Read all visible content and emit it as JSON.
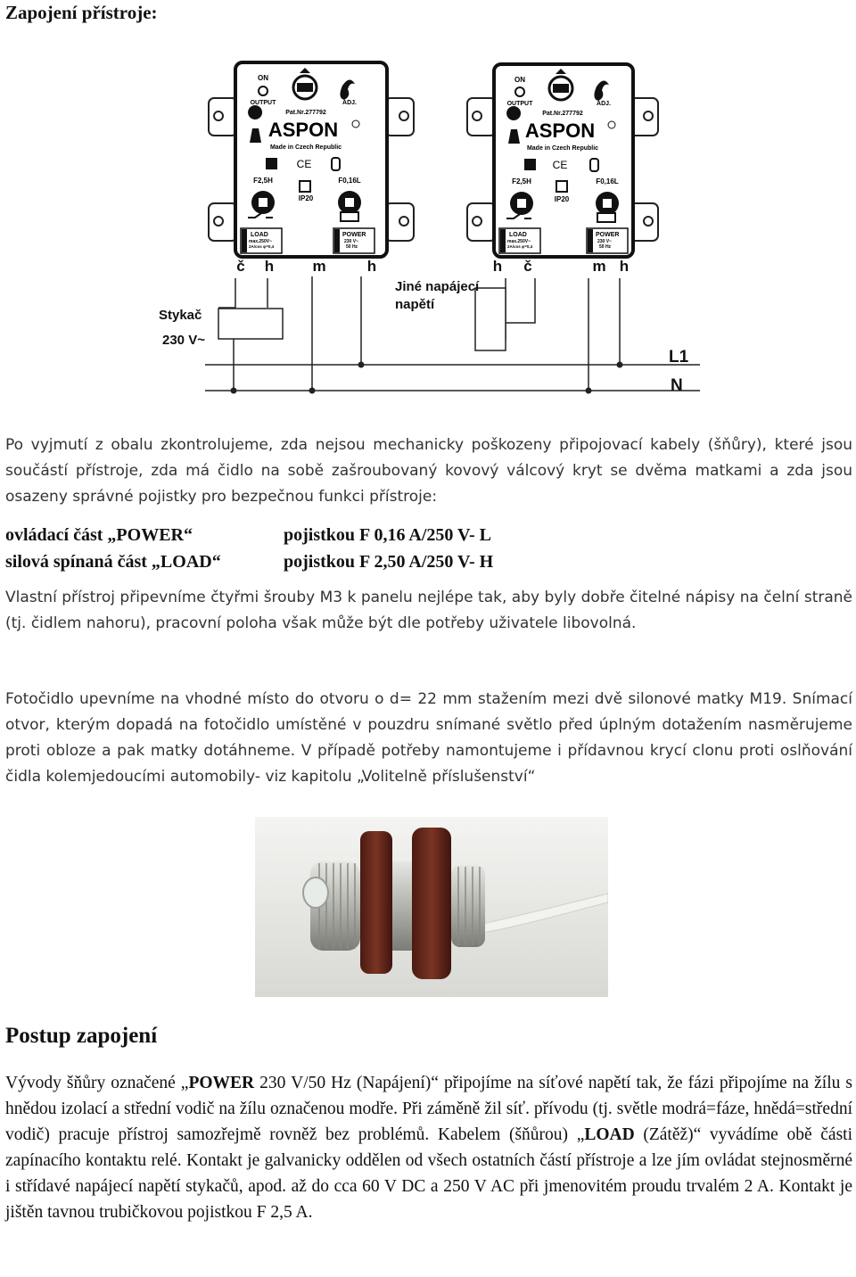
{
  "heading": "Zapojení přístroje:",
  "diagram": {
    "devices": [
      {
        "on_label": "ON",
        "output_label": "OUTPUT",
        "adj_label": "ADJ.",
        "patent": "Pat.Nr.277792",
        "brand": "ASPON",
        "made_in": "Made in Czech Republic",
        "ce": "CE",
        "fuse_left": "F2,5H",
        "fuse_right": "F0,16L",
        "ip": "IP20",
        "load_lines": [
          "LOAD",
          "max.250V~",
          "2A/cos φ=0,4"
        ],
        "power_lines": [
          "POWER",
          "230 V~",
          "50 Hz"
        ]
      },
      {
        "on_label": "ON",
        "output_label": "OUTPUT",
        "adj_label": "ADJ.",
        "patent": "Pat.Nr.277792",
        "brand": "ASPON",
        "made_in": "Made in Czech Republic",
        "ce": "CE",
        "fuse_left": "F2,5H",
        "fuse_right": "F0,16L",
        "ip": "IP20",
        "load_lines": [
          "LOAD",
          "max.250V~",
          "2A/cos φ=0,4"
        ],
        "power_lines": [
          "POWER",
          "230 V~",
          "50 Hz"
        ]
      }
    ],
    "wire_labels_left": [
      "č",
      "h",
      "m",
      "h"
    ],
    "wire_labels_right": [
      "h",
      "č",
      "m",
      "h"
    ],
    "stykac": "Stykač",
    "stykac_voltage": "230 V~",
    "other_supply_line1": "Jiné napájecí",
    "other_supply_line2": "napětí",
    "l1": "L1",
    "n": "N"
  },
  "intro": "Po vyjmutí z obalu zkontrolujeme, zda nejsou mechanicky poškozeny připojovací kabely (šňůry), které jsou součástí přístroje, zda má čidlo na sobě zašroubovaný kovový válcový kryt se dvěma matkami a zda jsou osazeny správné pojistky pro bezpečnou funkci přístroje:",
  "fuses": [
    {
      "part": "ovládací část „POWER“",
      "fuse": "pojistkou F 0,16 A/250 V- L"
    },
    {
      "part": "silová spínaná část „LOAD“",
      "fuse": "pojistkou F 2,50 A/250 V- H"
    }
  ],
  "mounting": "Vlastní přístroj připevníme čtyřmi šrouby M3 k panelu nejlépe tak, aby byly dobře čitelné nápisy na čelní straně (tj. čidlem nahoru), pracovní poloha však může být dle potřeby uživatele libovolná.",
  "photocell": "Fotočidlo upevníme na vhodné místo do otvoru o d= 22 mm stažením mezi dvě silonové matky M19. Snímací otvor, kterým dopadá na fotočidlo umístěné v pouzdru snímané světlo před úplným dotažením nasměrujeme proti obloze a pak matky dotáhneme. V případě potřeby namontujeme i přídavnou krycí clonu proti oslňování čidla kolemjedoucími automobily- viz kapitolu „Volitelně příslušenství“",
  "section_title": "Postup zapojení",
  "procedure": {
    "t1": "Vývody šňůry označené „",
    "b1": "POWER",
    "t2": " 230 V/50 Hz (Napájení)“ připojíme na síťové napětí tak, že fázi připojíme na žílu s hnědou izolací a střední vodič na žílu označenou modře. Při záměně žil síť. přívodu (tj. světle modrá=fáze, hnědá=střední vodič) pracuje přístroj samozřejmě rovněž bez problémů. Kabelem (šňůrou) „",
    "b2": "LOAD",
    "t3": " (Zátěž)“ vyvádíme obě části zapínacího kontaktu relé. Kontakt je galvanicky oddělen od všech ostatních částí přístroje a lze jím ovládat stejnosměrné i střídavé napájecí napětí stykačů, apod. až do cca 60 V DC a 250 V AC při jmenovitém proudu trvalém 2 A. Kontakt je jištěn tavnou trubičkovou pojistkou F 2,5 A."
  },
  "colors": {
    "photo_background": "#f0f0ee",
    "nut_brown": "#6e2a1e",
    "metal": "#c9c9c4",
    "cable": "#eeeeea"
  }
}
